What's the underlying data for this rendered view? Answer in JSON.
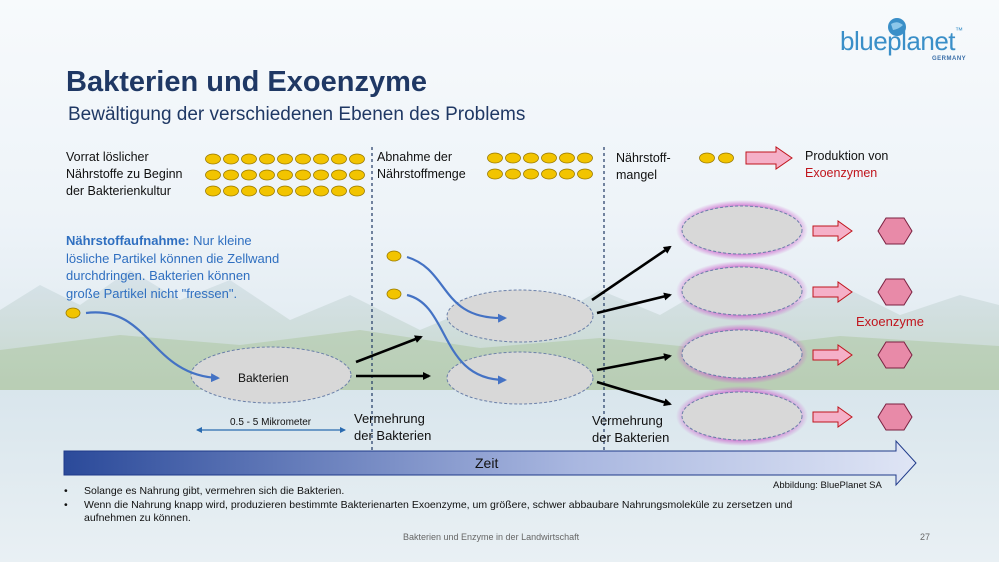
{
  "header": {
    "title": "Bakterien und Exoenzyme",
    "subtitle": "Bewältigung der verschiedenen Ebenen des Problems",
    "logo": {
      "word": "blueplanet",
      "tm": "™",
      "country": "GERMANY"
    }
  },
  "diagram": {
    "stage1_label": [
      "Vorrat löslicher",
      "Nährstoffe zu Beginn",
      "der Bakterienkultur"
    ],
    "stage2_label": [
      "Abnahme der",
      "Nährstoffmenge"
    ],
    "stage3_label": [
      "Nährstoff-",
      "mangel"
    ],
    "production_label": [
      "Produktion von",
      "Exoenzymen"
    ],
    "uptake": {
      "bold": "Nährstoffaufnahme:",
      "lines": [
        " Nur kleine",
        "lösliche Partikel können die Zellwand",
        "durchdringen. Bakterien können",
        "große Partikel nicht \"fressen\"."
      ]
    },
    "bacteria_label": "Bakterien",
    "size_label": "0.5 - 5 Mikrometer",
    "multiplication_label_1": [
      "Vermehrung",
      "der Bakterien"
    ],
    "multiplication_label_2": [
      "Vermehrung",
      "der Bakterien"
    ],
    "exoenzymes_label": "Exoenzyme",
    "time_label": "Zeit",
    "credit": "Abbildung: BluePlanet SA",
    "colors": {
      "title": "#1f3864",
      "accent_red": "#c0151d",
      "nutrient": "#f2c400",
      "exoenzyme": "#e88aa8",
      "cell": "#d8d8d8",
      "arrow_blue": "#4472c4"
    }
  },
  "bullets": [
    "Solange es Nahrung gibt, vermehren sich die Bakterien.",
    "Wenn die Nahrung knapp wird, produzieren bestimmte Bakterienarten Exoenzyme,  um größere, schwer abbaubare Nahrungsmoleküle  zu zersetzen und",
    "aufnehmen zu können."
  ],
  "footer": {
    "text": "Bakterien und Enzyme in der Landwirtschaft",
    "page": "27"
  }
}
